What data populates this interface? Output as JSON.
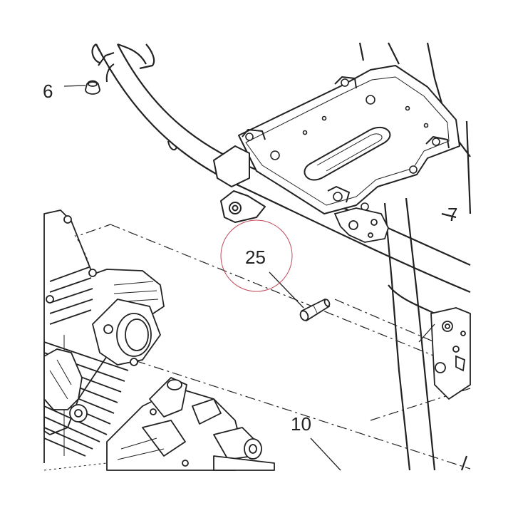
{
  "callouts": {
    "part_6": "6",
    "part_7": "7",
    "part_10": "10",
    "part_25": "25"
  },
  "colors": {
    "line": "#222222",
    "highlight_circle": "#c0485a",
    "background": "#ffffff"
  }
}
